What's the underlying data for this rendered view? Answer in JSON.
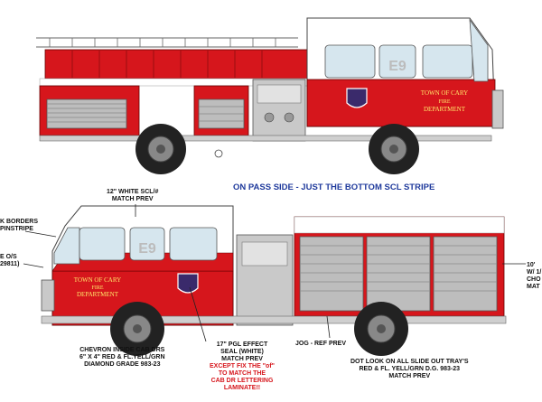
{
  "pass_side_note": "ON PASS SIDE - JUST THE BOTTOM SCL STRIPE",
  "unit_number": "E9",
  "door_text": {
    "town_of_cary": "TOWN OF CARY",
    "fire": "FIRE",
    "department": "DEPARTMENT"
  },
  "callouts": {
    "white_scl": [
      "12\" WHITE SCL/#",
      "MATCH PREV"
    ],
    "black_borders": [
      "K BORDERS",
      "PINSTRIPE"
    ],
    "cab_left": [
      "E O/S",
      "29811)"
    ],
    "chevron": [
      "CHEVRON INSIDE CAB DRS",
      "6\" X 4\"  RED & FL.YELL/GRN",
      "DIAMOND GRADE  983-23"
    ],
    "seal": [
      "17\" PGL EFFECT",
      "SEAL (WHITE)",
      "MATCH  PREV"
    ],
    "seal_except": [
      "EXCEPT FIX THE \"of\"",
      "TO MATCH THE",
      "CAB DR LETTERING",
      "LAMINATE!!"
    ],
    "jog": [
      "JOG - REF PREV"
    ],
    "dot": [
      "DOT LOOK ON ALL SLIDE OUT TRAY'S",
      "RED & FL. YELL/GRN D.G.  983-23",
      "MATCH PREV"
    ],
    "right_edge": [
      "10'",
      "W/ 1/",
      "CHO",
      "MAT"
    ]
  },
  "colors": {
    "body_red": "#d6161c",
    "dark_red": "#9e0f14",
    "white": "#ffffff",
    "chrome": "#c9c9c9",
    "tire": "#222222",
    "note_blue": "#1f3a9c"
  }
}
